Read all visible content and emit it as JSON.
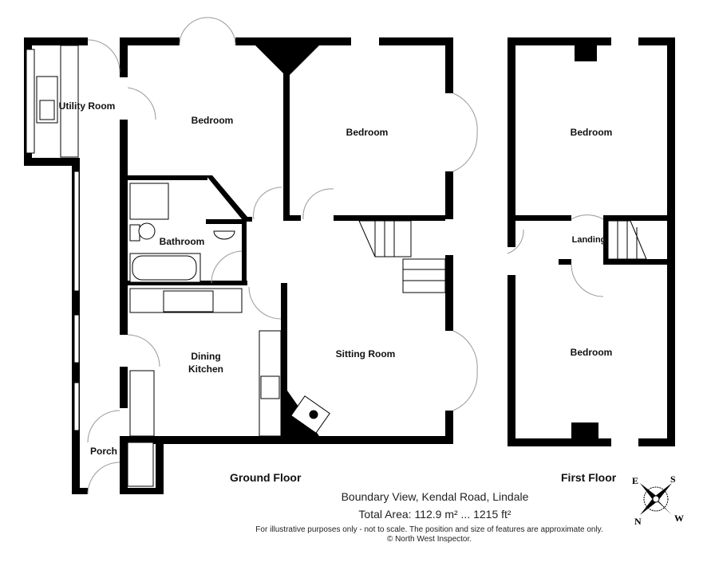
{
  "ground_floor": {
    "title": "Ground Floor",
    "rooms": {
      "utility": "Utility Room",
      "bedroom1": "Bedroom",
      "bedroom2": "Bedroom",
      "bathroom": "Bathroom",
      "dining_kitchen": "Dining Kitchen",
      "sitting_room": "Sitting Room",
      "porch": "Porch"
    }
  },
  "first_floor": {
    "title": "First Floor",
    "rooms": {
      "bedroom_top": "Bedroom",
      "landing": "Landing",
      "bedroom_bottom": "Bedroom"
    }
  },
  "footer": {
    "address": "Boundary View, Kendal Road, Lindale",
    "total_area": "Total Area: 112.9 m² ... 1215 ft²",
    "disclaimer": "For illustrative purposes only - not to scale. The position and size of features are approximate only.",
    "copyright": "© North West Inspector."
  },
  "compass": {
    "labels": [
      "E",
      "S",
      "N",
      "W"
    ]
  }
}
